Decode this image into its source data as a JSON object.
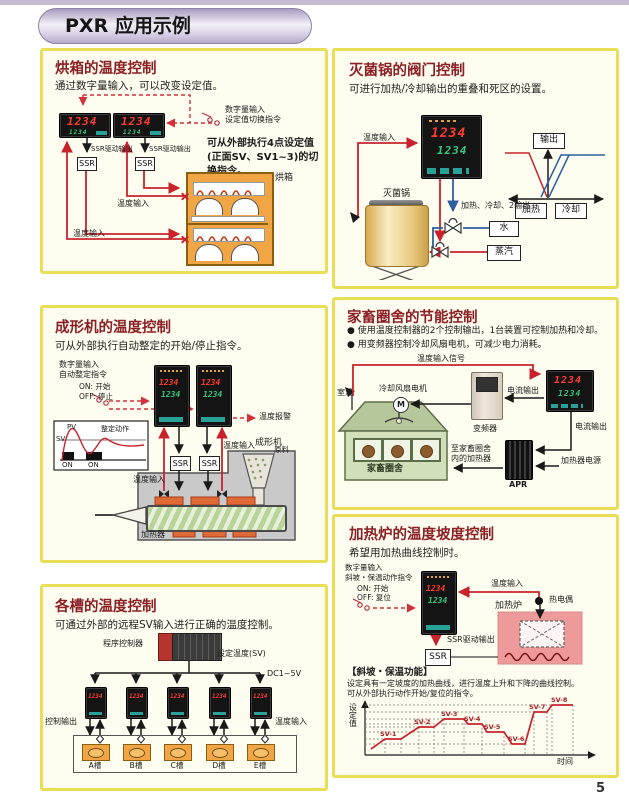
{
  "page": {
    "header_title": "PXR 应用示例",
    "page_number": "5"
  },
  "display": {
    "pv": "1234",
    "sv": "1234"
  },
  "oven_panel": {
    "title": "烘箱的温度控制",
    "subtitle": "通过数字量输入，可以改变设定值。",
    "digital_input_note": "数字量输入\n设定值切换指令",
    "external_note": "可从外部执行4点设定值(正面SV、SV1~3)的切换指令。",
    "ssr_drive_label": "SSR驱动输出",
    "ssr_label": "SSR",
    "temp_input_label": "温度输入",
    "oven_label": "烘箱"
  },
  "sterilizer_panel": {
    "title": "灭菌锅的阀门控制",
    "subtitle": "可进行加热/冷却输出的重叠和死区的设置。",
    "temp_input_label": "温度输入",
    "output_label": "输出",
    "heating_label": "加热",
    "cooling_label": "冷却",
    "outputs_label": "加热、冷却、2输出",
    "pot_label": "灭菌锅",
    "water_label": "水",
    "steam_label": "蒸汽"
  },
  "molding_panel": {
    "title": "成形机的温度控制",
    "subtitle": "可从外部执行自动整定的开始/停止指令。",
    "digital_input_note": "数字量输入\n自动整定指令",
    "on_note": "ON: 开始",
    "off_note": "OFF: 停止",
    "alarm_label": "温度报警",
    "chart": {
      "pv": "PV",
      "sv": "SV",
      "action": "整定动作",
      "on1": "ON",
      "on2": "ON"
    },
    "ssr_label": "SSR",
    "temp_input_label": "温度输入",
    "machine_label": "成形机",
    "material_label": "原料",
    "heater_label": "加热器"
  },
  "livestock_panel": {
    "title": "家畜圈舍的节能控制",
    "bullet1": "● 使用温度控制器的2个控制输出，1台装置可控制加热和冷却。",
    "bullet2": "● 用变频器控制冷却风扇电机，可减少电力消耗。",
    "temp_signal_label": "温度输入信号",
    "room_temp_label": "室温",
    "fan_motor_label": "冷却风扇电机",
    "motor_symbol": "M",
    "inverter_label": "变频器",
    "current_output_label1": "电流输出",
    "current_output_label2": "电流输出",
    "to_heater_note": "至家畜圈舍\n内的加热器",
    "heater_power_label": "加热器电源",
    "apr_label": "APR",
    "house_label": "家畜圈舍"
  },
  "furnace_panel": {
    "title": "加热炉的温度坡度控制",
    "subtitle": "希望用加热曲线控制时。",
    "digital_input_note": "数字量输入\n斜坡・保温动作指令",
    "on_note": "ON: 开始",
    "off_note": "OFF: 复位",
    "temp_input_label": "温度输入",
    "thermocouple_label": "热电偶",
    "furnace_label": "加热炉",
    "ssr_drive_label": "SSR驱动输出",
    "ssr_label": "SSR",
    "function_title": "【斜坡・保温功能】",
    "function_desc": "设定具有一定坡度的加热曲线，进行温度上升和下降的曲线控制。\n可从外部执行动作开始/复位的指令。",
    "chart": {
      "type": "line",
      "ylabel": "设定值",
      "xlabel": "时间",
      "sv_labels": [
        "SV-1",
        "SV-2",
        "SV-3",
        "SV-4",
        "SV-5",
        "SV-6",
        "SV-7",
        "SV-8"
      ]
    }
  },
  "tanks_panel": {
    "title": "各槽的温度控制",
    "subtitle": "可通过外部的远程SV输入进行正确的温度控制。",
    "plc_label": "程序控制器",
    "sv_label": "设定温度(SV)",
    "dc_label": "DC1~5V",
    "control_output_label": "控制输出",
    "temp_input_label": "温度输入",
    "tank_labels": [
      "A槽",
      "B槽",
      "C槽",
      "D槽",
      "E槽"
    ]
  }
}
